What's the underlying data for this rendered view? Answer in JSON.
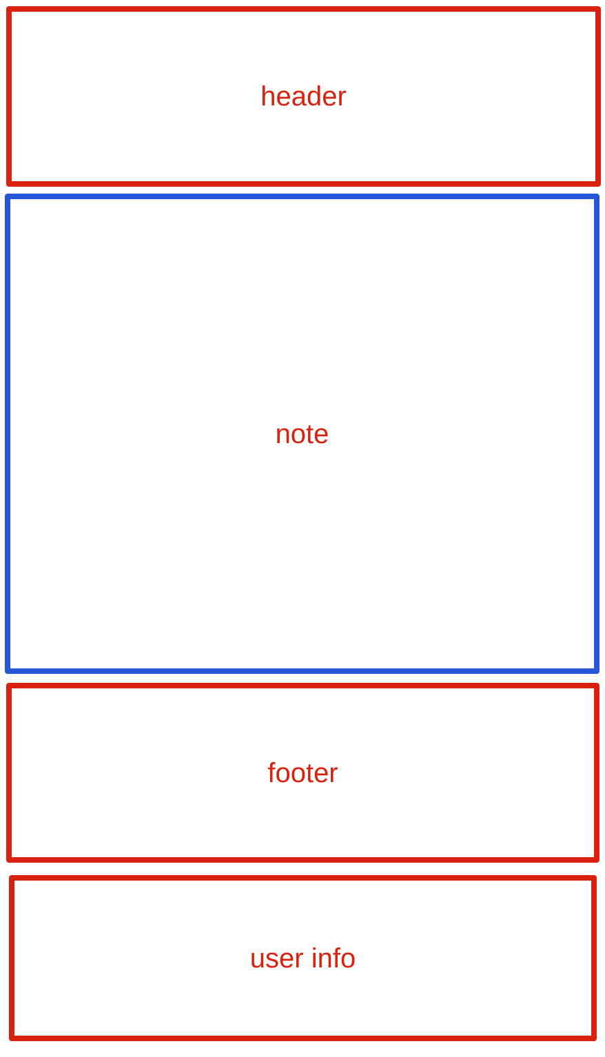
{
  "colors": {
    "red": "#d8220f",
    "blue": "#2856d9",
    "background": "#ffffff"
  },
  "boxes": {
    "header": {
      "label": "header",
      "border_color": "#d8220f",
      "text_color": "#d8220f"
    },
    "note": {
      "label": "note",
      "border_color": "#2856d9",
      "text_color": "#d8220f"
    },
    "footer": {
      "label": "footer",
      "border_color": "#d8220f",
      "text_color": "#d8220f"
    },
    "user_info": {
      "label": "user info",
      "border_color": "#d8220f",
      "text_color": "#d8220f"
    }
  }
}
